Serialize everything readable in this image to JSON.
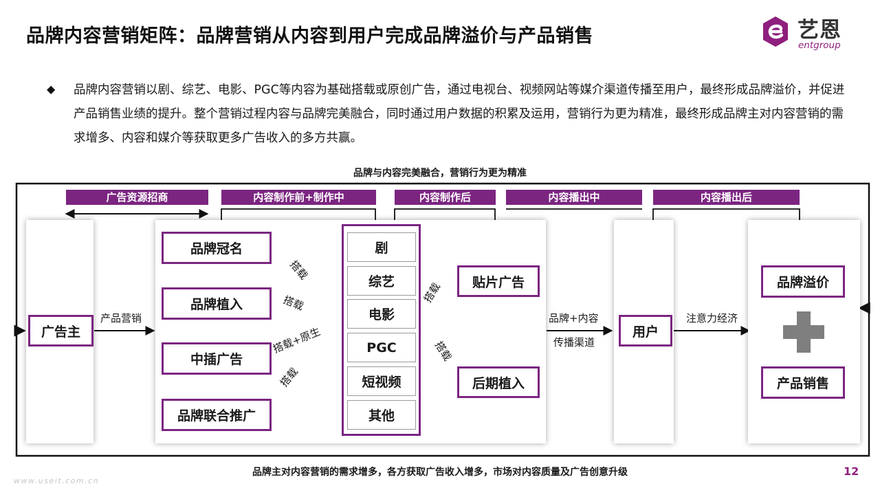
{
  "header": {
    "title": "品牌内容营销矩阵：品牌营销从内容到用户完成品牌溢价与产品销售",
    "logo_cn": "艺恩",
    "logo_en": "entgroup"
  },
  "bullet": {
    "text": "品牌内容营销以剧、综艺、电影、PGC等内容为基础搭载或原创广告，通过电视台、视频网站等媒介渠道传播至用户，最终形成品牌溢价，并促进产品销售业绩的提升。整个营销过程内容与品牌完美融合，同时通过用户数据的积累及运用，营销行为更为精准，最终形成品牌主对内容营销的需求增多、内容和媒介等获取更多广告收入的多方共赢。"
  },
  "diagram": {
    "top_caption": "品牌与内容完美融合，营销行为更为精准",
    "bottom_caption": "品牌主对内容营销的需求增多，各方获取广告收入增多，市场对内容质量及广告创意升级",
    "phases": [
      "广告资源招商",
      "内容制作前+制作中",
      "内容制作后",
      "内容播出中",
      "内容播出后"
    ],
    "advertiser": "广告主",
    "advertiser_arrow_label": "产品营销",
    "brand_forms": [
      "品牌冠名",
      "品牌植入",
      "中插广告",
      "品牌联合推广"
    ],
    "left_edge_labels": [
      "搭载",
      "搭载",
      "搭载+原生",
      "搭载"
    ],
    "content_types": [
      "剧",
      "综艺",
      "电影",
      "PGC",
      "短视频",
      "其他"
    ],
    "post_forms": [
      "贴片广告",
      "后期植入"
    ],
    "right_edge_labels": [
      "搭载",
      "搭载"
    ],
    "channel_label_line1": "品牌+内容",
    "channel_label_line2": "传播渠道",
    "user": "用户",
    "attention_label": "注意力经济",
    "outcomes": [
      "品牌溢价",
      "产品销售"
    ],
    "plus_icon": "plus-icon",
    "colors": {
      "accent": "#7b2581",
      "plus": "#7f7f7f"
    }
  },
  "footer": {
    "page_number": "12",
    "watermark": "www.useit.com.cn"
  }
}
